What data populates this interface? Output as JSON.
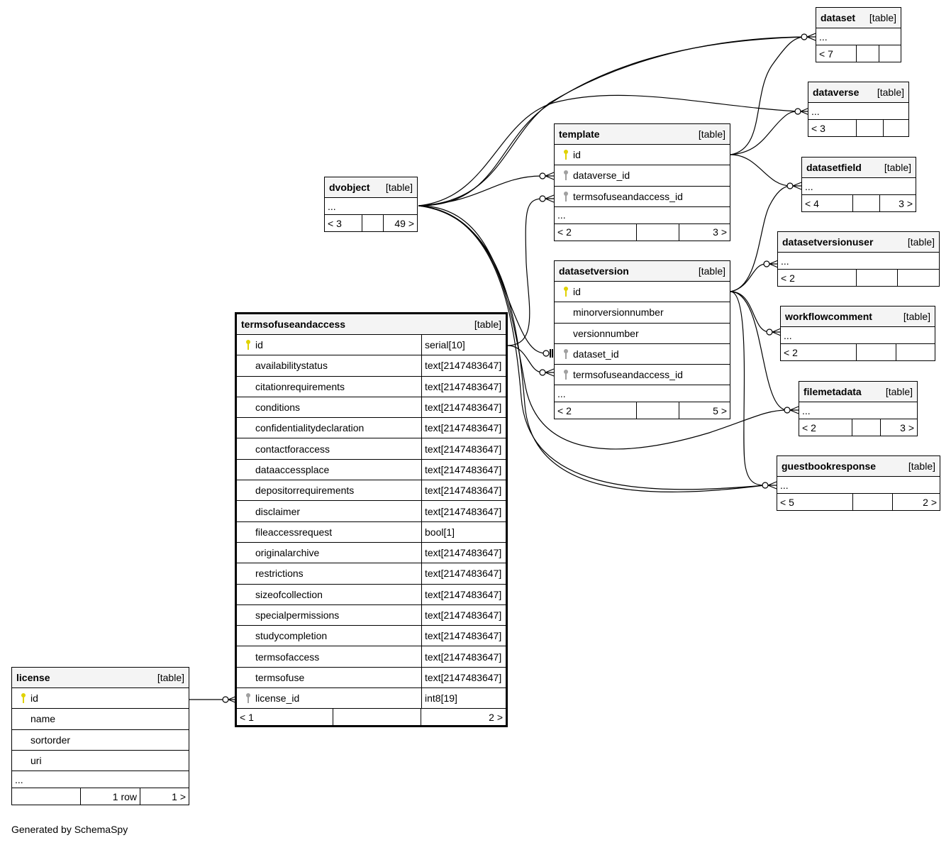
{
  "generated_by": "Generated by SchemaSpy",
  "tables": {
    "dataset": {
      "name": "dataset",
      "kind": "[table]",
      "more": "...",
      "parents": "< 7",
      "rows": "",
      "children": ""
    },
    "dataverse": {
      "name": "dataverse",
      "kind": "[table]",
      "more": "...",
      "parents": "< 3",
      "rows": "",
      "children": ""
    },
    "template": {
      "name": "template",
      "kind": "[table]",
      "columns": [
        {
          "name": "id",
          "key": "primary"
        },
        {
          "name": "dataverse_id",
          "key": "foreign"
        },
        {
          "name": "termsofuseandaccess_id",
          "key": "foreign"
        }
      ],
      "more": "...",
      "parents": "< 2",
      "rows": "",
      "children": "3 >"
    },
    "datasetfield": {
      "name": "datasetfield",
      "kind": "[table]",
      "more": "...",
      "parents": "< 4",
      "rows": "",
      "children": "3 >"
    },
    "datasetversionuser": {
      "name": "datasetversionuser",
      "kind": "[table]",
      "more": "...",
      "parents": "< 2",
      "rows": "",
      "children": ""
    },
    "dvobject": {
      "name": "dvobject",
      "kind": "[table]",
      "more": "...",
      "parents": "< 3",
      "rows": "",
      "children": "49 >"
    },
    "datasetversion": {
      "name": "datasetversion",
      "kind": "[table]",
      "columns": [
        {
          "name": "id",
          "key": "primary"
        },
        {
          "name": "minorversionnumber",
          "key": ""
        },
        {
          "name": "versionnumber",
          "key": ""
        },
        {
          "name": "dataset_id",
          "key": "foreign"
        },
        {
          "name": "termsofuseandaccess_id",
          "key": "foreign"
        }
      ],
      "more": "...",
      "parents": "< 2",
      "rows": "",
      "children": "5 >"
    },
    "workflowcomment": {
      "name": "workflowcomment",
      "kind": "[table]",
      "more": "...",
      "parents": "< 2",
      "rows": "",
      "children": ""
    },
    "termsofuseandaccess": {
      "name": "termsofuseandaccess",
      "kind": "[table]",
      "columns": [
        {
          "name": "id",
          "type": "serial[10]",
          "key": "primary"
        },
        {
          "name": "availabilitystatus",
          "type": "text[2147483647]",
          "key": ""
        },
        {
          "name": "citationrequirements",
          "type": "text[2147483647]",
          "key": ""
        },
        {
          "name": "conditions",
          "type": "text[2147483647]",
          "key": ""
        },
        {
          "name": "confidentialitydeclaration",
          "type": "text[2147483647]",
          "key": ""
        },
        {
          "name": "contactforaccess",
          "type": "text[2147483647]",
          "key": ""
        },
        {
          "name": "dataaccessplace",
          "type": "text[2147483647]",
          "key": ""
        },
        {
          "name": "depositorrequirements",
          "type": "text[2147483647]",
          "key": ""
        },
        {
          "name": "disclaimer",
          "type": "text[2147483647]",
          "key": ""
        },
        {
          "name": "fileaccessrequest",
          "type": "bool[1]",
          "key": ""
        },
        {
          "name": "originalarchive",
          "type": "text[2147483647]",
          "key": ""
        },
        {
          "name": "restrictions",
          "type": "text[2147483647]",
          "key": ""
        },
        {
          "name": "sizeofcollection",
          "type": "text[2147483647]",
          "key": ""
        },
        {
          "name": "specialpermissions",
          "type": "text[2147483647]",
          "key": ""
        },
        {
          "name": "studycompletion",
          "type": "text[2147483647]",
          "key": ""
        },
        {
          "name": "termsofaccess",
          "type": "text[2147483647]",
          "key": ""
        },
        {
          "name": "termsofuse",
          "type": "text[2147483647]",
          "key": ""
        },
        {
          "name": "license_id",
          "type": "int8[19]",
          "key": "foreign"
        }
      ],
      "parents": "< 1",
      "rows": "",
      "children": "2 >"
    },
    "filemetadata": {
      "name": "filemetadata",
      "kind": "[table]",
      "more": "...",
      "parents": "< 2",
      "rows": "",
      "children": "3 >"
    },
    "guestbookresponse": {
      "name": "guestbookresponse",
      "kind": "[table]",
      "more": "...",
      "parents": "< 5",
      "rows": "",
      "children": "2 >"
    },
    "license": {
      "name": "license",
      "kind": "[table]",
      "columns": [
        {
          "name": "id",
          "key": "primary"
        },
        {
          "name": "name",
          "key": ""
        },
        {
          "name": "sortorder",
          "key": ""
        },
        {
          "name": "uri",
          "key": ""
        }
      ],
      "more": "...",
      "parents": "",
      "rows": "1 row",
      "children": "1 >"
    }
  },
  "colors": {
    "primary_key": "#e0d200",
    "foreign_key": "#a0a0a0",
    "header_bg": "#f4f4f4"
  }
}
